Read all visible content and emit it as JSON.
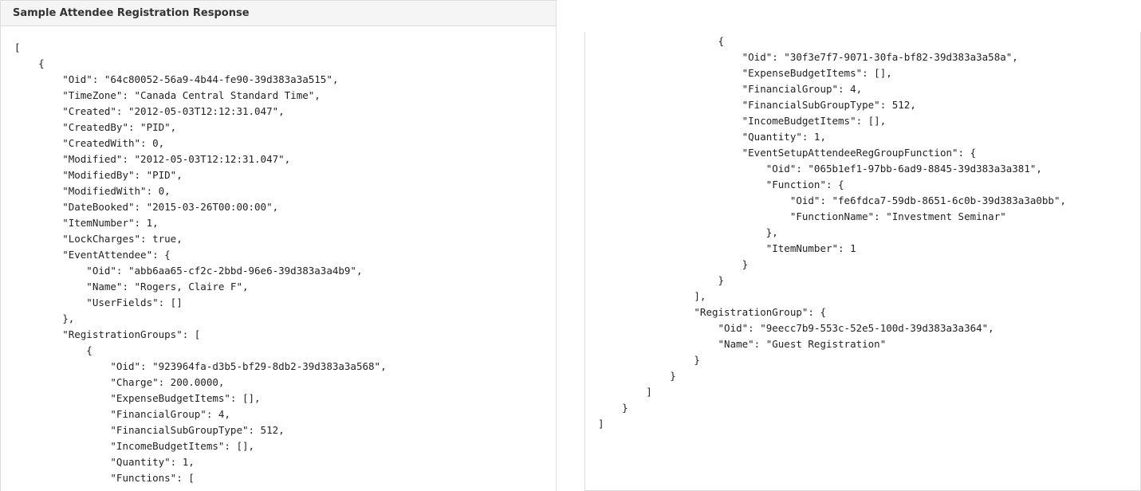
{
  "panel": {
    "title": "Sample Attendee Registration Response"
  },
  "left_code_lines": [
    "[",
    "    {",
    "        \"Oid\": \"64c80052-56a9-4b44-fe90-39d383a3a515\",",
    "        \"TimeZone\": \"Canada Central Standard Time\",",
    "        \"Created\": \"2012-05-03T12:12:31.047\",",
    "        \"CreatedBy\": \"PID\",",
    "        \"CreatedWith\": 0,",
    "        \"Modified\": \"2012-05-03T12:12:31.047\",",
    "        \"ModifiedBy\": \"PID\",",
    "        \"ModifiedWith\": 0,",
    "        \"DateBooked\": \"2015-03-26T00:00:00\",",
    "        \"ItemNumber\": 1,",
    "        \"LockCharges\": true,",
    "        \"EventAttendee\": {",
    "            \"Oid\": \"abb6aa65-cf2c-2bbd-96e6-39d383a3a4b9\",",
    "            \"Name\": \"Rogers, Claire F\",",
    "            \"UserFields\": []",
    "        },",
    "        \"RegistrationGroups\": [",
    "            {",
    "                \"Oid\": \"923964fa-d3b5-bf29-8db2-39d383a3a568\",",
    "                \"Charge\": 200.0000,",
    "                \"ExpenseBudgetItems\": [],",
    "                \"FinancialGroup\": 4,",
    "                \"FinancialSubGroupType\": 512,",
    "                \"IncomeBudgetItems\": [],",
    "                \"Quantity\": 1,",
    "                \"Functions\": ["
  ],
  "right_code_lines": [
    "                    {",
    "                        \"Oid\": \"30f3e7f7-9071-30fa-bf82-39d383a3a58a\",",
    "                        \"ExpenseBudgetItems\": [],",
    "                        \"FinancialGroup\": 4,",
    "                        \"FinancialSubGroupType\": 512,",
    "                        \"IncomeBudgetItems\": [],",
    "                        \"Quantity\": 1,",
    "                        \"EventSetupAttendeeRegGroupFunction\": {",
    "                            \"Oid\": \"065b1ef1-97bb-6ad9-8845-39d383a3a381\",",
    "                            \"Function\": {",
    "                                \"Oid\": \"fe6fdca7-59db-8651-6c0b-39d383a3a0bb\",",
    "                                \"FunctionName\": \"Investment Seminar\"",
    "                            },",
    "                            \"ItemNumber\": 1",
    "                        }",
    "                    }",
    "                ],",
    "                \"RegistrationGroup\": {",
    "                    \"Oid\": \"9eecc7b9-553c-52e5-100d-39d383a3a364\",",
    "                    \"Name\": \"Guest Registration\"",
    "                }",
    "            }",
    "        ]",
    "    }",
    "]"
  ]
}
